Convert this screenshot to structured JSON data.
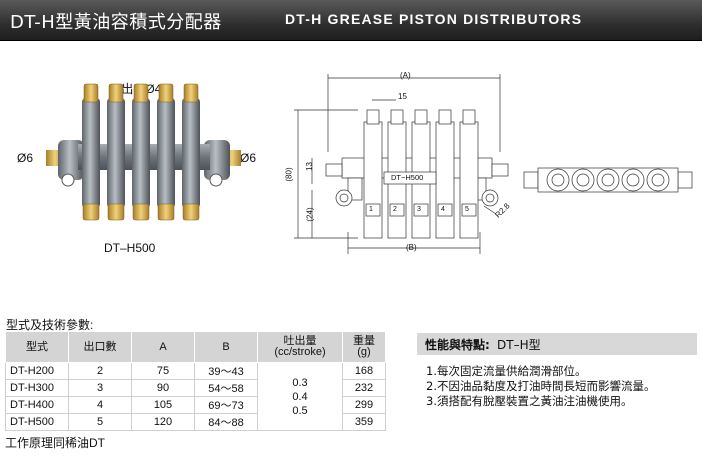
{
  "header": {
    "title_cn": "DT-H型黃油容積式分配器",
    "title_en": "DT-H  GREASE  PISTON  DISTRIBUTORS"
  },
  "photo": {
    "outlet_label": "↑ 出口Ø4",
    "left_port": "Ø6",
    "right_port": "Ø6",
    "model_label": "DT–H500"
  },
  "drawing": {
    "dim_a": "(A)",
    "dim_b": "(B)",
    "dim_pitch": "15",
    "dim_height": "(80)",
    "dim_13": "13",
    "dim_24": "(24)",
    "radius": "R2.8",
    "body_label": "DT−H500",
    "outlet_numbers": [
      "1",
      "2",
      "3",
      "4",
      "5"
    ]
  },
  "specs": {
    "title": "型式及技術參數:",
    "headers": [
      "型式",
      "出口數",
      "A",
      "B",
      "吐出量\n(cc/stroke)",
      "重量\n(g)"
    ],
    "rows": [
      {
        "model": "DT-H200",
        "outlets": "2",
        "a": "75",
        "b": "39～43",
        "weight": "168"
      },
      {
        "model": "DT-H300",
        "outlets": "3",
        "a": "90",
        "b": "54～58",
        "weight": "232"
      },
      {
        "model": "DT-H400",
        "outlets": "4",
        "a": "105",
        "b": "69～73",
        "weight": "299"
      },
      {
        "model": "DT-H500",
        "outlets": "5",
        "a": "120",
        "b": "84～88",
        "weight": "359"
      }
    ],
    "discharge": [
      "0.3",
      "0.4",
      "0.5"
    ]
  },
  "footer_note": "工作原理同稀油DT",
  "features": {
    "heading": "性能與特點:",
    "model": "DT–H型",
    "items": [
      "1.每次固定流量供給潤滑部位。",
      "2.不因油品黏度及打油時間長短而影響流量。",
      "3.須搭配有脫壓裝置之黃油注油機使用。"
    ]
  },
  "colors": {
    "header_bg": "#2f2f2f",
    "body_gray": "#8e959b",
    "brass": "#c9a24a",
    "table_header": "#d4d4d4"
  }
}
